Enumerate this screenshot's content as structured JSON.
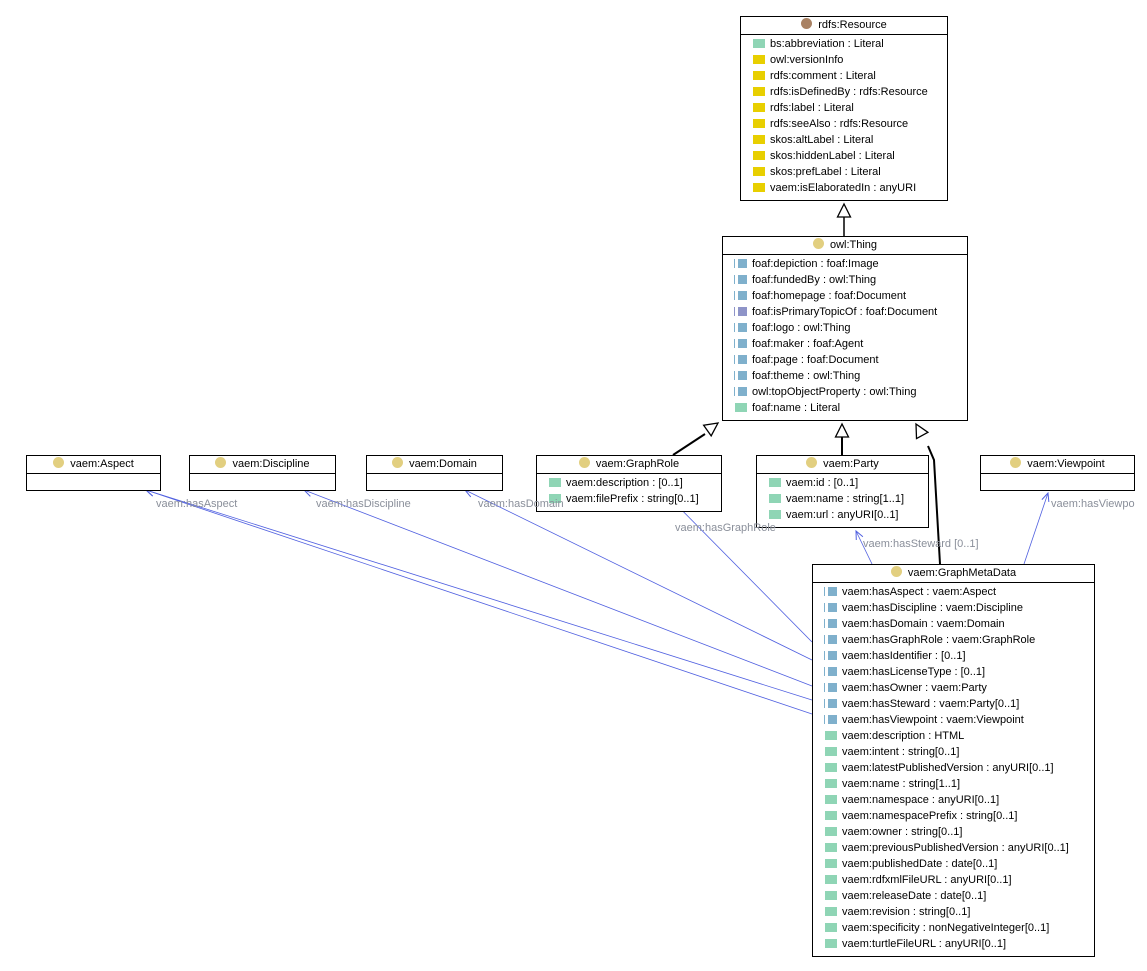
{
  "colors": {
    "resource_icon": "#a98264",
    "class_icon": "#e2cf80",
    "annotation": "#e8cf00",
    "datatype": "#8fd5b5",
    "object": "#7fb0cc",
    "object_inverse": "#8e94c8",
    "assoc_line": "#5060e0",
    "label": "#8a8f9a"
  },
  "classes": [
    {
      "key": "resource",
      "name": "rdfs:Resource",
      "icon": "resource",
      "attrs": [
        {
          "text": "bs:abbreviation : Literal",
          "kind": "datatype"
        },
        {
          "text": "owl:versionInfo",
          "kind": "annotation"
        },
        {
          "text": "rdfs:comment : Literal",
          "kind": "annotation"
        },
        {
          "text": "rdfs:isDefinedBy : rdfs:Resource",
          "kind": "annotation"
        },
        {
          "text": "rdfs:label : Literal",
          "kind": "annotation"
        },
        {
          "text": "rdfs:seeAlso : rdfs:Resource",
          "kind": "annotation"
        },
        {
          "text": "skos:altLabel : Literal",
          "kind": "annotation"
        },
        {
          "text": "skos:hiddenLabel : Literal",
          "kind": "annotation"
        },
        {
          "text": "skos:prefLabel : Literal",
          "kind": "annotation"
        },
        {
          "text": "vaem:isElaboratedIn : anyURI",
          "kind": "annotation"
        }
      ]
    },
    {
      "key": "thing",
      "name": "owl:Thing",
      "icon": "class",
      "attrs": [
        {
          "text": "foaf:depiction : foaf:Image",
          "kind": "object"
        },
        {
          "text": "foaf:fundedBy : owl:Thing",
          "kind": "object"
        },
        {
          "text": "foaf:homepage : foaf:Document",
          "kind": "object"
        },
        {
          "text": "foaf:isPrimaryTopicOf : foaf:Document",
          "kind": "object_inverse"
        },
        {
          "text": "foaf:logo : owl:Thing",
          "kind": "object"
        },
        {
          "text": "foaf:maker : foaf:Agent",
          "kind": "object"
        },
        {
          "text": "foaf:page : foaf:Document",
          "kind": "object"
        },
        {
          "text": "foaf:theme : owl:Thing",
          "kind": "object"
        },
        {
          "text": "owl:topObjectProperty : owl:Thing",
          "kind": "object"
        },
        {
          "text": "foaf:name : Literal",
          "kind": "datatype"
        }
      ]
    },
    {
      "key": "aspect",
      "name": "vaem:Aspect",
      "icon": "class",
      "attrs": []
    },
    {
      "key": "discipline",
      "name": "vaem:Discipline",
      "icon": "class",
      "attrs": []
    },
    {
      "key": "domain",
      "name": "vaem:Domain",
      "icon": "class",
      "attrs": []
    },
    {
      "key": "graphrole",
      "name": "vaem:GraphRole",
      "icon": "class",
      "attrs": [
        {
          "text": "vaem:description : [0..1]",
          "kind": "datatype"
        },
        {
          "text": "vaem:filePrefix : string[0..1]",
          "kind": "datatype"
        }
      ]
    },
    {
      "key": "party",
      "name": "vaem:Party",
      "icon": "class",
      "attrs": [
        {
          "text": "vaem:id : [0..1]",
          "kind": "datatype"
        },
        {
          "text": "vaem:name : string[1..1]",
          "kind": "datatype"
        },
        {
          "text": "vaem:url : anyURI[0..1]",
          "kind": "datatype"
        }
      ]
    },
    {
      "key": "viewpoint",
      "name": "vaem:Viewpoint",
      "icon": "class",
      "attrs": []
    },
    {
      "key": "gmd",
      "name": "vaem:GraphMetaData",
      "icon": "class",
      "attrs": [
        {
          "text": "vaem:hasAspect : vaem:Aspect",
          "kind": "object"
        },
        {
          "text": "vaem:hasDiscipline : vaem:Discipline",
          "kind": "object"
        },
        {
          "text": "vaem:hasDomain : vaem:Domain",
          "kind": "object"
        },
        {
          "text": "vaem:hasGraphRole : vaem:GraphRole",
          "kind": "object"
        },
        {
          "text": "vaem:hasIdentifier : [0..1]",
          "kind": "object"
        },
        {
          "text": "vaem:hasLicenseType : [0..1]",
          "kind": "object"
        },
        {
          "text": "vaem:hasOwner : vaem:Party",
          "kind": "object"
        },
        {
          "text": "vaem:hasSteward : vaem:Party[0..1]",
          "kind": "object"
        },
        {
          "text": "vaem:hasViewpoint : vaem:Viewpoint",
          "kind": "object"
        },
        {
          "text": "vaem:description : HTML",
          "kind": "datatype"
        },
        {
          "text": "vaem:intent : string[0..1]",
          "kind": "datatype"
        },
        {
          "text": "vaem:latestPublishedVersion : anyURI[0..1]",
          "kind": "datatype"
        },
        {
          "text": "vaem:name : string[1..1]",
          "kind": "datatype"
        },
        {
          "text": "vaem:namespace : anyURI[0..1]",
          "kind": "datatype"
        },
        {
          "text": "vaem:namespacePrefix : string[0..1]",
          "kind": "datatype"
        },
        {
          "text": "vaem:owner : string[0..1]",
          "kind": "datatype"
        },
        {
          "text": "vaem:previousPublishedVersion : anyURI[0..1]",
          "kind": "datatype"
        },
        {
          "text": "vaem:publishedDate : date[0..1]",
          "kind": "datatype"
        },
        {
          "text": "vaem:rdfxmlFileURL : anyURI[0..1]",
          "kind": "datatype"
        },
        {
          "text": "vaem:releaseDate : date[0..1]",
          "kind": "datatype"
        },
        {
          "text": "vaem:revision : string[0..1]",
          "kind": "datatype"
        },
        {
          "text": "vaem:specificity : nonNegativeInteger[0..1]",
          "kind": "datatype"
        },
        {
          "text": "vaem:turtleFileURL : anyURI[0..1]",
          "kind": "datatype"
        }
      ]
    }
  ],
  "edge_labels": [
    {
      "key": "hasAspect",
      "text": "vaem:hasAspect"
    },
    {
      "key": "hasDiscipline",
      "text": "vaem:hasDiscipline"
    },
    {
      "key": "hasDomain",
      "text": "vaem:hasDomain"
    },
    {
      "key": "hasGraphRole",
      "text": "vaem:hasGraphRole"
    },
    {
      "key": "hasSteward",
      "text": "vaem:hasSteward [0..1]"
    },
    {
      "key": "hasViewpoint",
      "text": "vaem:hasViewpo"
    }
  ]
}
